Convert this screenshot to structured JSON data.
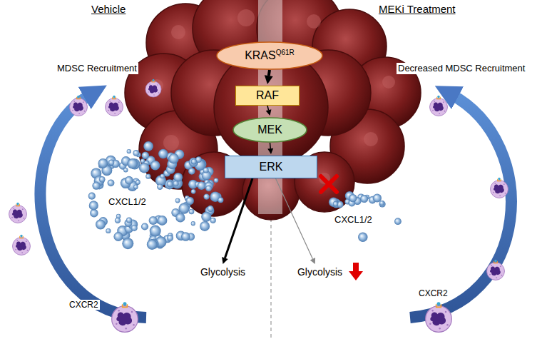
{
  "diagram": {
    "nodes": [
      {
        "text": [
          "KRAS",
          "Q61R"
        ]
      },
      {
        "text": [
          "RAF"
        ]
      },
      {
        "text": [
          "MEK"
        ]
      },
      {
        "text": [
          "ERK"
        ]
      },
      {
        "text": [
          "Glycolysis"
        ]
      },
      {
        "text": [
          "Glycolysis"
        ]
      }
    ],
    "edges": [
      {
        "from": 0,
        "to": 1,
        "arrow": "to"
      },
      {
        "from": 1,
        "to": 2,
        "arrow": "to"
      },
      {
        "from": 2,
        "to": 3,
        "arrow": "to"
      },
      {
        "from": 3,
        "to": 4,
        "arrow": "to"
      },
      {
        "from": 3,
        "to": 5,
        "arrow": "to"
      }
    ],
    "labels": [
      "Vehicle",
      "MEKi Treatment",
      "MDSC Recruitment",
      "Decreased MDSC Recruitment",
      "CXCL1/2",
      "CXCL1/2",
      "CXCR2",
      "CXCR2"
    ]
  }
}
